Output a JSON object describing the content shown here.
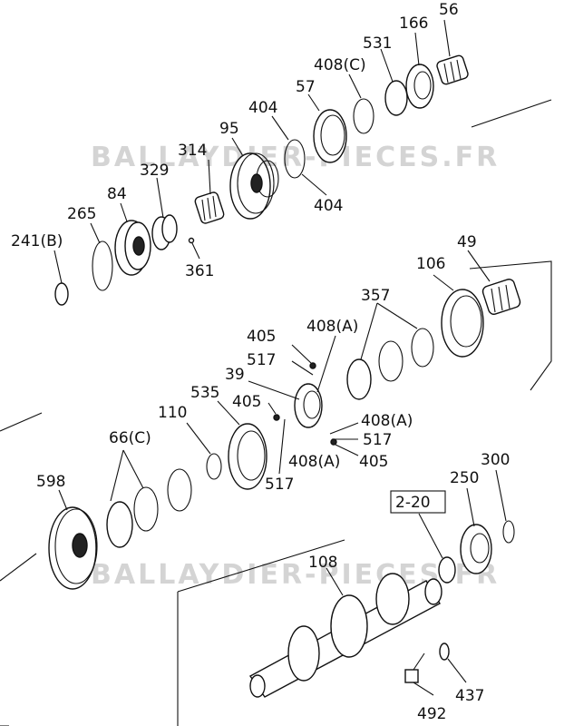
{
  "watermark": "BALLAYDIER-PIECES.FR",
  "labels": {
    "l56": "56",
    "l166": "166",
    "l531": "531",
    "l408c": "408(C)",
    "l57": "57",
    "l404a": "404",
    "l404b": "404",
    "l95": "95",
    "l314": "314",
    "l329": "329",
    "l84": "84",
    "l265": "265",
    "l241b": "241(B)",
    "l361": "361",
    "l49": "49",
    "l106": "106",
    "l357": "357",
    "l405a": "405",
    "l408a1": "408(A)",
    "l517a": "517",
    "l39": "39",
    "l535": "535",
    "l405b": "405",
    "l110": "110",
    "l408a2": "408(A)",
    "l517b": "517",
    "l408a3": "408(A)",
    "l405c": "405",
    "l517c": "517",
    "l66c": "66(C)",
    "l598": "598",
    "l300": "300",
    "l250": "250",
    "l220": "2-20",
    "l108": "108",
    "l437": "437",
    "l492": "492"
  },
  "colors": {
    "line": "#111111",
    "watermark": "#d4d4d4",
    "background": "#ffffff"
  }
}
